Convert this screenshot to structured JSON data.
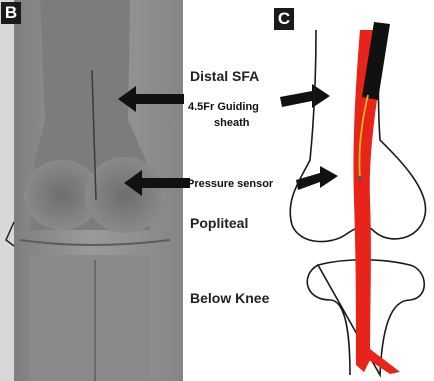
{
  "panels": {
    "b": {
      "label": "B"
    },
    "c": {
      "label": "C"
    }
  },
  "regions": {
    "distal_sfa": "Distal SFA",
    "popliteal": "Popliteal",
    "below_knee": "Below Knee"
  },
  "annotations": {
    "sheath_line1": "4.5Fr Guiding",
    "sheath_line2": "sheath",
    "pressure_sensor": "Pressure sensor"
  },
  "colors": {
    "artery": "#e8231a",
    "sheath": "#111111",
    "sensor_wire": "#e0b81c",
    "xray_bg": "#8c8c8c"
  }
}
